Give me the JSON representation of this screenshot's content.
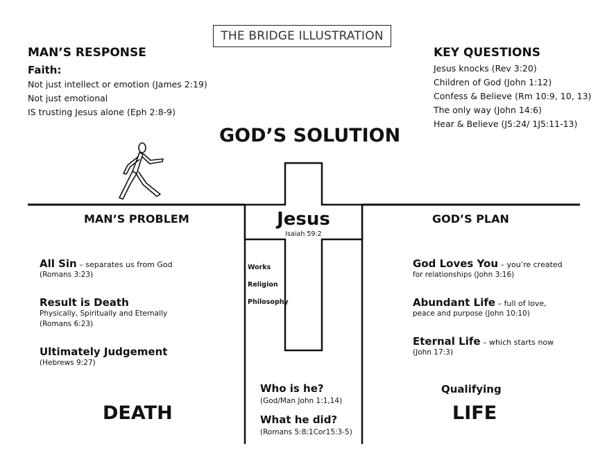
{
  "title": "THE BRIDGE ILLUSTRATION",
  "mans_response": {
    "heading": "MAN’S RESPONSE",
    "faith_label": "Faith:",
    "lines": [
      "Not just intellect or emotion (James 2:19)",
      "Not just emotional",
      "IS trusting Jesus alone (Eph 2:8-9)"
    ]
  },
  "key_questions": {
    "heading": "KEY QUESTIONS",
    "lines": [
      "Jesus knocks (Rev 3:20)",
      "Children of God (John 1:12)",
      "Confess & Believe (Rm 10:9, 10, 13)",
      "The only way  (John 14:6)",
      "Hear & Believe (J5:24/ 1J5:11-13)"
    ]
  },
  "gods_solution": "GOD’S SOLUTION",
  "cross": {
    "name": "Jesus",
    "reference": "Isaiah 59:2",
    "labels": [
      "Works",
      "Religion",
      "Philosophy"
    ]
  },
  "mans_problem": {
    "heading": "MAN’S PROBLEM",
    "items": [
      {
        "title": "All Sin",
        "detail": " – separates us from God",
        "lines": [
          "(Romans 3:23)"
        ]
      },
      {
        "title": "Result is Death",
        "detail": "",
        "lines": [
          "Physically, Spiritually and Eternally",
          "(Romans 6:23)"
        ]
      },
      {
        "title": "Ultimately Judgement",
        "detail": "",
        "lines": [
          "(Hebrews 9:27)"
        ]
      }
    ],
    "outcome": "DEATH"
  },
  "gods_plan": {
    "heading": "GOD’S PLAN",
    "items": [
      {
        "title": "God Loves You",
        "detail": " – you’re created",
        "lines": [
          "for relationships  (John 3:16)"
        ]
      },
      {
        "title": "Abundant Life",
        "detail": " – full of love,",
        "lines": [
          "peace and purpose  (John 10:10)"
        ]
      },
      {
        "title": "Eternal Life",
        "detail": " – which starts now",
        "lines": [
          "(John 17:3)"
        ]
      }
    ],
    "qualifier": "Qualifying",
    "outcome": "LIFE"
  },
  "center_bottom": {
    "q1": "Who is he?",
    "q1_ref": "(God/Man John 1:1,14)",
    "q2": "What he did?",
    "q2_ref": "(Romans 5:8;1Cor15:3-5)"
  }
}
